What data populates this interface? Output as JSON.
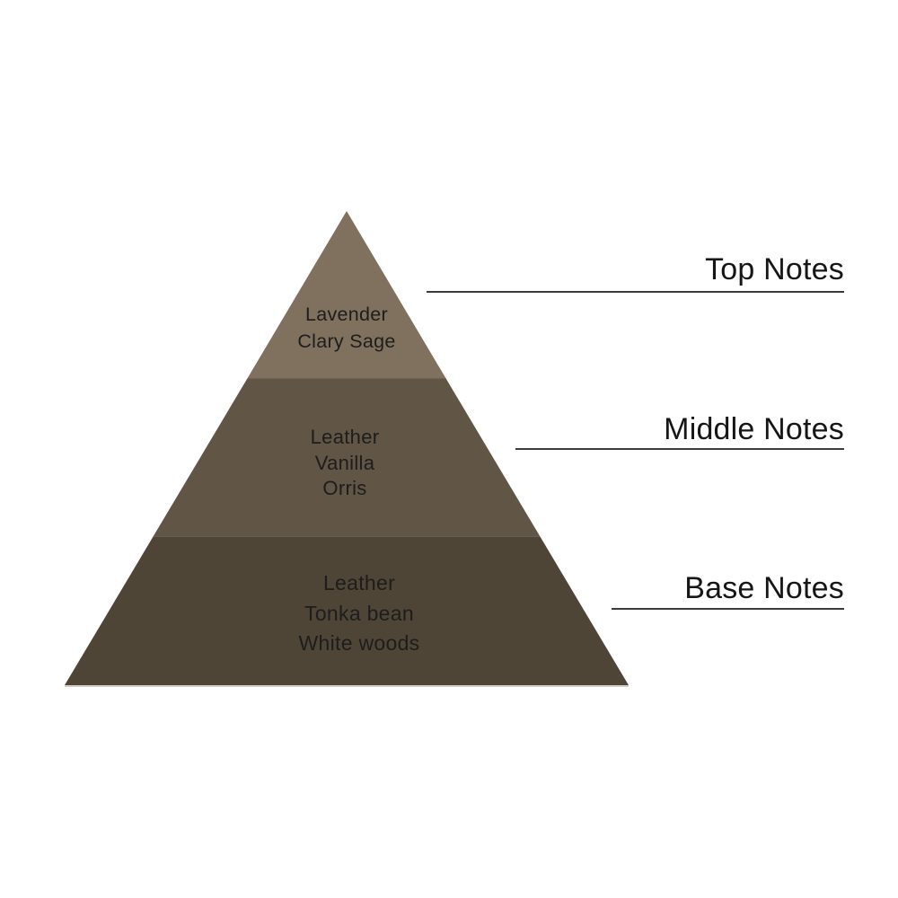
{
  "pyramid": {
    "type": "fragrance-notes-pyramid",
    "background": "#ffffff",
    "text_color": "#1d1d1d",
    "label_color": "#161616",
    "rule_color": "#3b3b3b",
    "tiers": [
      {
        "id": "top",
        "label": "Top Notes",
        "color": "#80715F",
        "notes": [
          "Lavender",
          "Clary Sage"
        ]
      },
      {
        "id": "middle",
        "label": "Middle Notes",
        "color": "#615545",
        "notes": [
          "Leather",
          "Vanilla",
          "Orris"
        ]
      },
      {
        "id": "base",
        "label": "Base Notes",
        "color": "#4F4536",
        "notes": [
          "Leather",
          "Tonka bean",
          "White woods"
        ]
      }
    ]
  }
}
